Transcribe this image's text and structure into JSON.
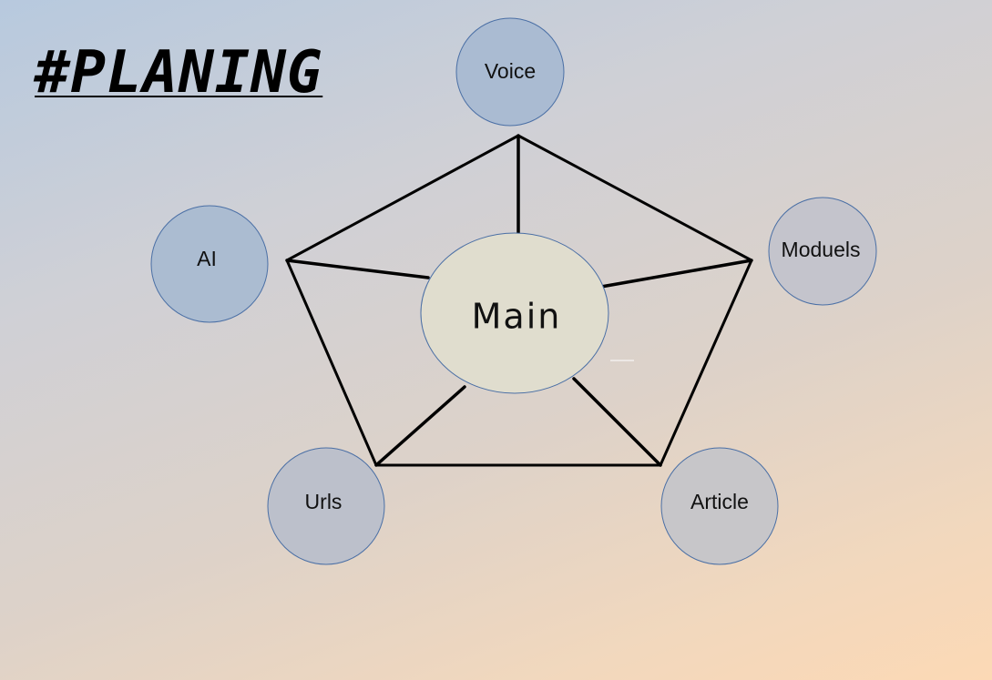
{
  "title": "#PLANING",
  "center": {
    "label": "Main",
    "fill": "#e0ddce"
  },
  "nodes": [
    {
      "id": "voice",
      "label": "Voice",
      "fill": "#aabbd2"
    },
    {
      "id": "moduels",
      "label": "Moduels",
      "fill": "#c4c4cc"
    },
    {
      "id": "article",
      "label": "Article",
      "fill": "#c7c6c9"
    },
    {
      "id": "urls",
      "label": "Urls",
      "fill": "#bcc0cb"
    },
    {
      "id": "ai",
      "label": "AI",
      "fill": "#abbcd1"
    }
  ],
  "colors": {
    "node_border": "#4a6fa5",
    "edge": "#000000"
  }
}
